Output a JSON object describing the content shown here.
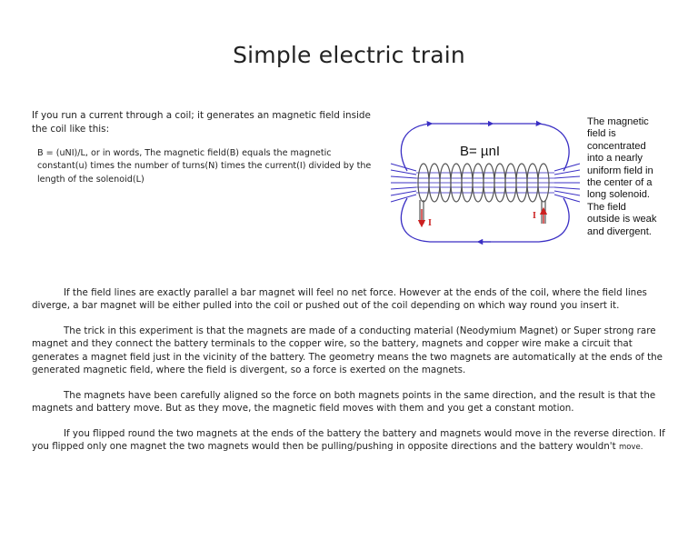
{
  "title": "Simple electric  train",
  "intro": "If you run a current through a coil; it generates an magnetic field inside the coil like this:",
  "formula_text": "B = (uNI)/L, or in words, The magnetic field(B) equals the magnetic constant(u) times the number of turns(N) times the current(I) divided by the length of the solenoid(L)",
  "diagram": {
    "equation": "B= µnI",
    "current_label_left": "I",
    "current_label_right": "I",
    "colors": {
      "field_lines": "#3a2fc4",
      "current_arrow": "#cc2020",
      "coil": "#555555"
    },
    "caption": "The magnetic field is concentrated into a nearly uniform field in the center of a long solenoid. The field outside is weak and divergent."
  },
  "paragraphs": [
    "If the field lines are exactly parallel a bar magnet will feel no net force. However at the ends of the coil, where the field lines diverge, a bar magnet will be either pulled into the coil or pushed out of the coil depending on which way round you insert it.",
    "The trick in this experiment  is that the magnets are made of a conducting material (Neodymium Magnet) or Super strong rare magnet and they connect the battery terminals to the copper wire, so the battery, magnets and copper wire make a circuit that generates a magnet field just in the vicinity of the battery. The geometry means the two magnets are automatically at the ends of the generated magnetic field, where the field is divergent, so a force is exerted on the magnets.",
    "The magnets have been carefully aligned so the force on both magnets points in the same direction, and the result is that the magnets and battery move. But as they move, the magnetic field moves with them and you get a constant motion."
  ],
  "last_paragraph": {
    "main": "If you flipped round the two magnets at the ends of the battery the battery and magnets would move in the reverse direction. If you flipped only one magnet the two magnets would then be pulling/pushing in opposite directions and the battery wouldn't",
    "tail": "move."
  }
}
